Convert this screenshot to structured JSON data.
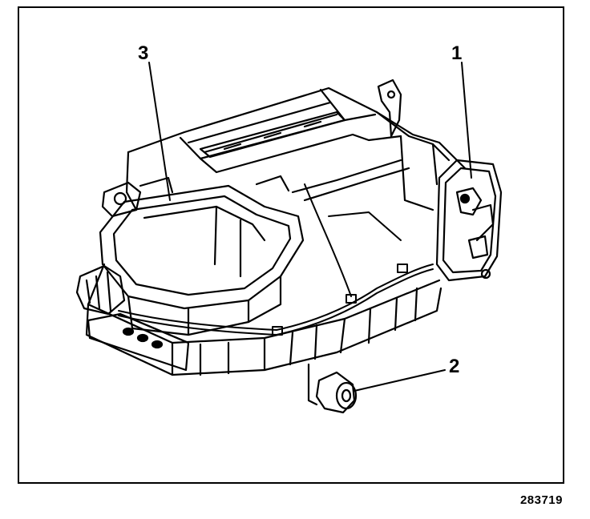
{
  "figure": {
    "callouts": [
      {
        "label": "1"
      },
      {
        "label": "2"
      },
      {
        "label": "3"
      }
    ],
    "figure_id": "283719",
    "colors": {
      "ink": "#000000",
      "paper": "#ffffff"
    }
  }
}
